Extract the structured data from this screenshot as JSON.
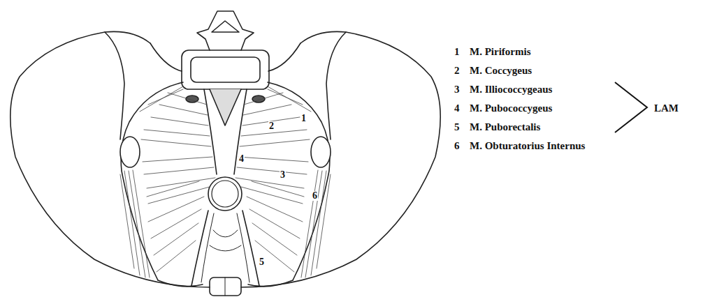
{
  "diagram": {
    "labels": [
      "1",
      "2",
      "3",
      "4",
      "5",
      "6",
      "1",
      "M. Piriformis",
      "2",
      "M. Coccygeus",
      "3",
      "M. Illiococcygeaus",
      "4",
      "M. Pubococcygeus",
      "5",
      "M. Puborectalis",
      "6",
      "M. Obturatorius Internus",
      "LAM"
    ]
  }
}
